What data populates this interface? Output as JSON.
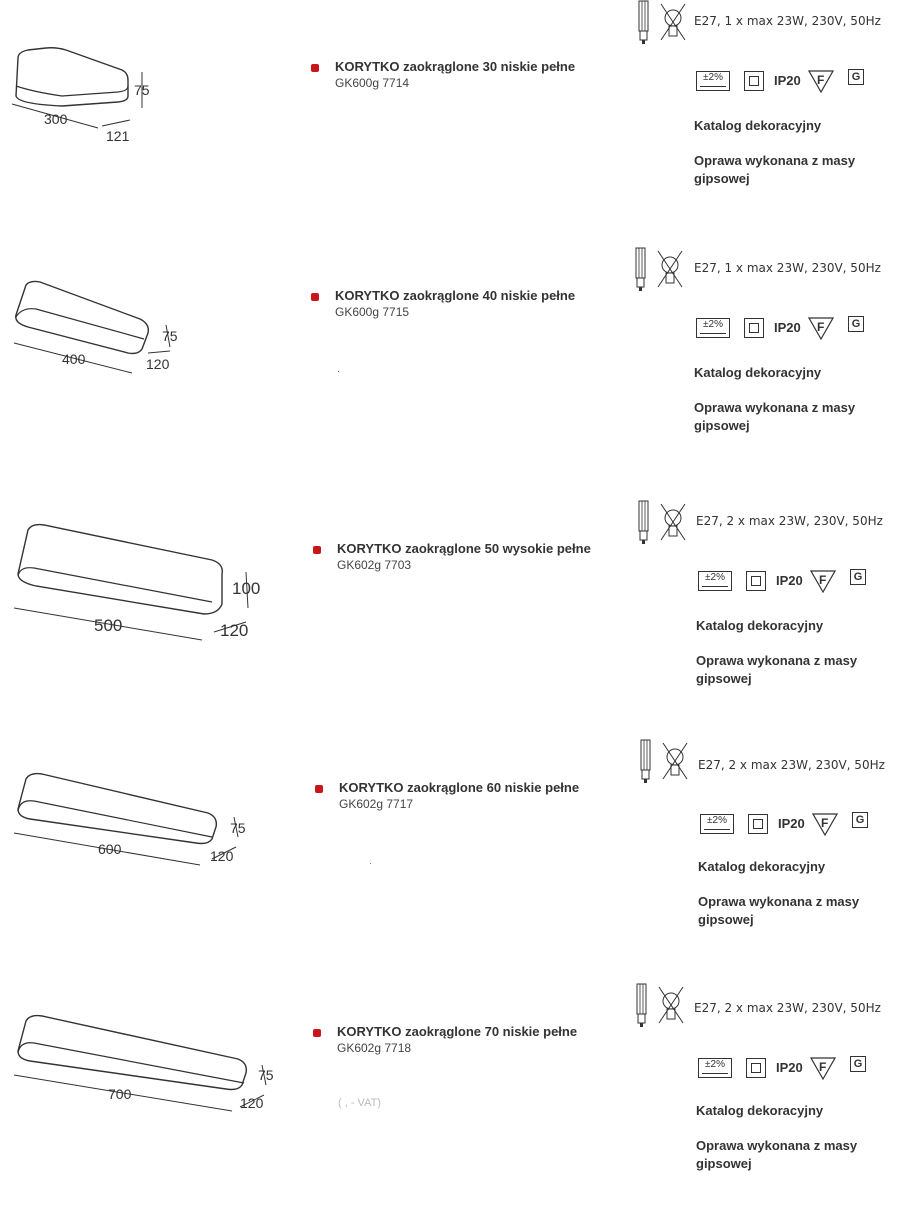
{
  "products": [
    {
      "name": "KORYTKO zaokrąglone 30 niskie pełne",
      "code": "GK600g 7714",
      "dims": {
        "length": "300",
        "height": "75",
        "depth": "121"
      },
      "power": "E27, 1 x max 23W, 230V, 50Hz",
      "catalog": "Katalog dekoracyjny",
      "material": "Oprawa wykonana z masy gipsowej"
    },
    {
      "name": "KORYTKO zaokrąglone 40 niskie pełne",
      "code": "GK600g 7715",
      "dims": {
        "length": "400",
        "height": "75",
        "depth": "120"
      },
      "power": "E27, 1 x max 23W, 230V, 50Hz",
      "catalog": "Katalog dekoracyjny",
      "material": "Oprawa wykonana z masy gipsowej"
    },
    {
      "name": "KORYTKO zaokrąglone 50 wysokie pełne",
      "code": "GK602g 7703",
      "dims": {
        "length": "500",
        "height": "100",
        "depth": "120"
      },
      "power": "E27, 2 x max 23W, 230V, 50Hz",
      "catalog": "Katalog dekoracyjny",
      "material": "Oprawa wykonana z masy gipsowej"
    },
    {
      "name": "KORYTKO zaokrąglone 60 niskie pełne",
      "code": "GK602g 7717",
      "dims": {
        "length": "600",
        "height": "75",
        "depth": "120"
      },
      "power": "E27, 2 x max 23W, 230V, 50Hz",
      "catalog": "Katalog dekoracyjny",
      "material": "Oprawa wykonana z masy gipsowej"
    },
    {
      "name": "KORYTKO zaokrąglone 70 niskie pełne",
      "code": "GK602g 7718",
      "dims": {
        "length": "700",
        "height": "75",
        "depth": "120"
      },
      "power": "E27, 2 x max 23W, 230V, 50Hz",
      "catalog": "Katalog dekoracyjny",
      "material": "Oprawa wykonana z masy gipsowej"
    }
  ],
  "icons": {
    "tolerance": "±2%",
    "ip_rating": "IP20",
    "f_mark": "F",
    "g_mark": "G",
    "bullet_color": "#c8161d"
  },
  "faint_text": "( , - VAT)"
}
